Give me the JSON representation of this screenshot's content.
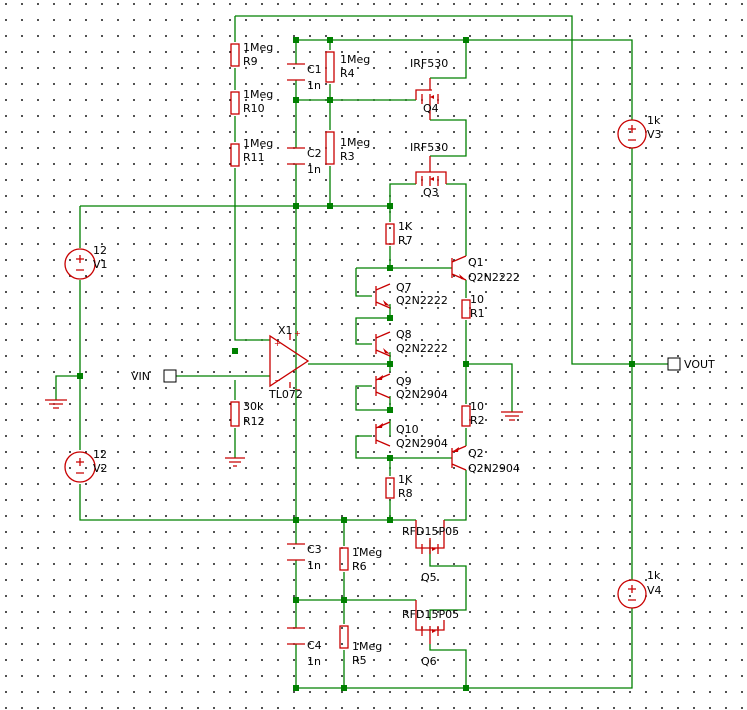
{
  "components": {
    "R9": {
      "ref": "R9",
      "value": "1Meg"
    },
    "R10": {
      "ref": "R10",
      "value": "1Meg"
    },
    "R11": {
      "ref": "R11",
      "value": "1Meg"
    },
    "R12": {
      "ref": "R12",
      "value": "30k"
    },
    "R4": {
      "ref": "R4",
      "value": "1Meg"
    },
    "R3": {
      "ref": "R3",
      "value": "1Meg"
    },
    "R6": {
      "ref": "R6",
      "value": "1Meg"
    },
    "R5": {
      "ref": "R5",
      "value": "1Meg"
    },
    "R7": {
      "ref": "R7",
      "value": "1K"
    },
    "R8": {
      "ref": "R8",
      "value": "1K"
    },
    "R1": {
      "ref": "R1",
      "value": "10"
    },
    "R2": {
      "ref": "R2",
      "value": "10"
    },
    "C1": {
      "ref": "C1",
      "value": "1n"
    },
    "C2": {
      "ref": "C2",
      "value": "1n"
    },
    "C3": {
      "ref": "C3",
      "value": "1n"
    },
    "C4": {
      "ref": "C4",
      "value": "1n"
    },
    "Q1": {
      "ref": "Q1",
      "value": "Q2N2222"
    },
    "Q2": {
      "ref": "Q2",
      "value": "Q2N2904"
    },
    "Q7": {
      "ref": "Q7",
      "value": "Q2N2222"
    },
    "Q8": {
      "ref": "Q8",
      "value": "Q2N2222"
    },
    "Q9": {
      "ref": "Q9",
      "value": "Q2N2904"
    },
    "Q10": {
      "ref": "Q10",
      "value": "Q2N2904"
    },
    "Q3": {
      "ref": "Q3",
      "value": "IRF530"
    },
    "Q4": {
      "ref": "Q4",
      "value": "IRF530"
    },
    "Q5": {
      "ref": "Q5",
      "value": "RFD15P05"
    },
    "Q6": {
      "ref": "Q6",
      "value": "RFD15P05"
    },
    "V1": {
      "ref": "V1",
      "value": "12"
    },
    "V2": {
      "ref": "V2",
      "value": "12"
    },
    "V3": {
      "ref": "V3",
      "value": "1k"
    },
    "V4": {
      "ref": "V4",
      "value": "1k"
    },
    "X1": {
      "ref": "X1",
      "value": "TL072"
    }
  },
  "ports": {
    "vin": "VIN",
    "vout": "VOUT"
  },
  "colors": {
    "wire": "#008000",
    "component": "#c80000",
    "grid_dot": "#000000"
  }
}
